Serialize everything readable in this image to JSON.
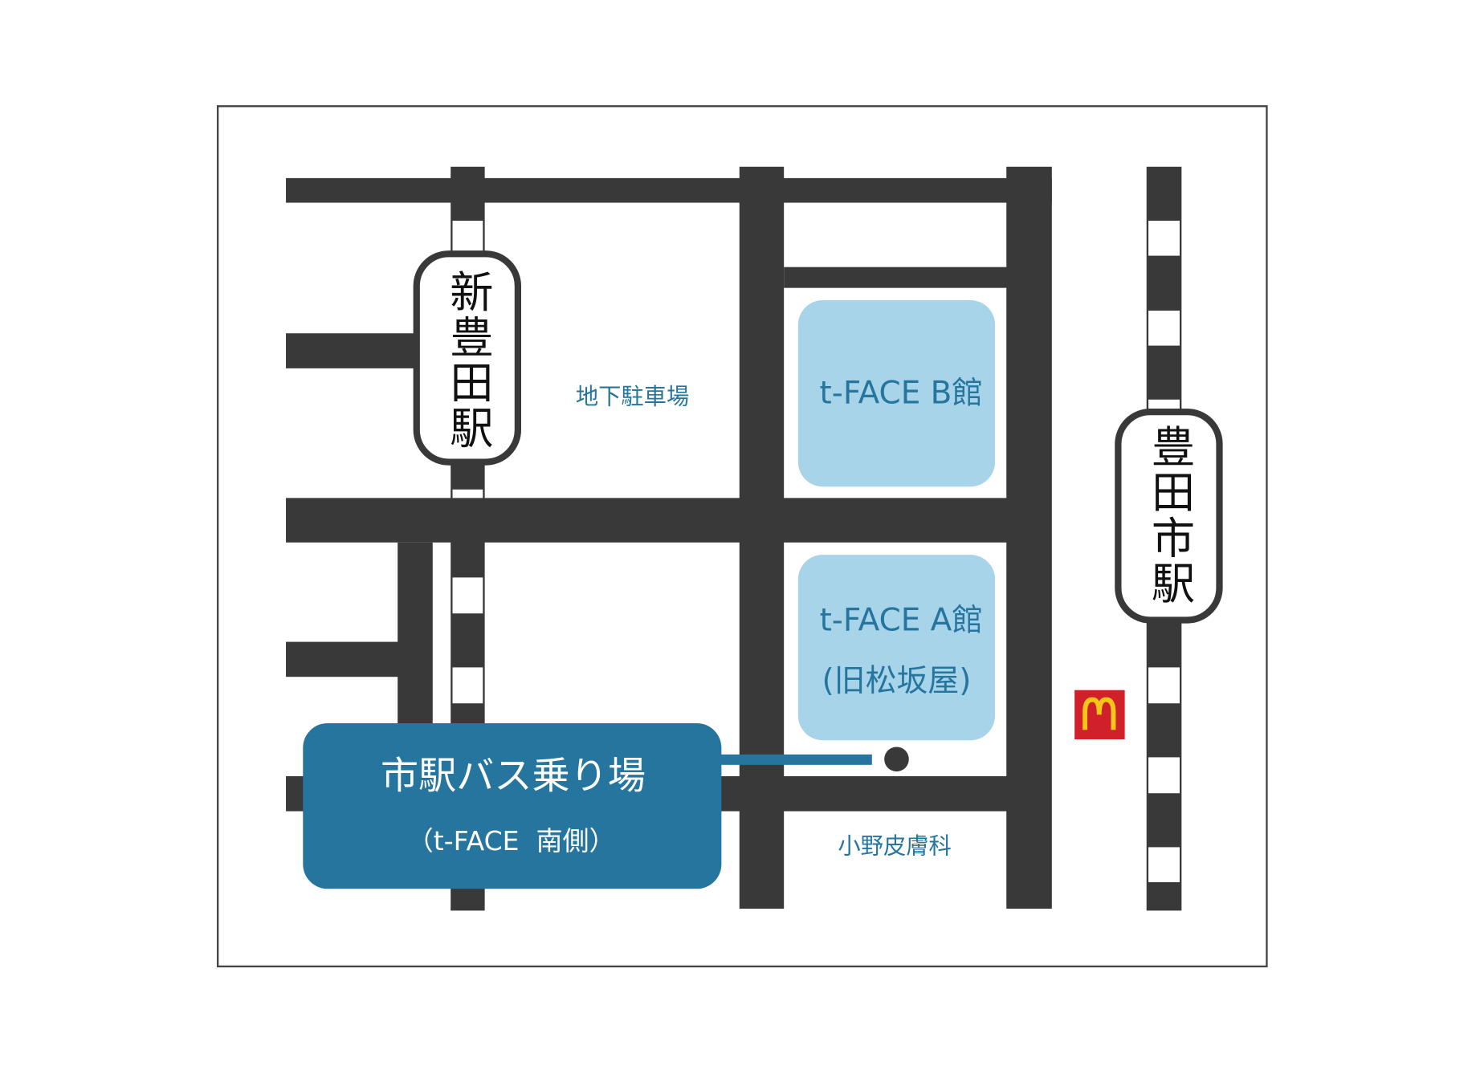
{
  "stations": {
    "shin_toyota": "新豊田駅",
    "toyotashi": "豊田市駅"
  },
  "landmarks": {
    "parking": "地下駐車場",
    "tface_b": "t-FACE B館",
    "tface_a": "t-FACE A館",
    "tface_a_note": "(旧松坂屋)",
    "clinic": "小野皮膚科",
    "mcdonalds_logo": "M"
  },
  "bus_stop": {
    "title": "市駅バス乗り場",
    "subtitle": "（t-FACE  南側）"
  },
  "colors": {
    "road": "#383938",
    "building": "#A8D4EA",
    "bus_box": "#26759E",
    "label_text": "#26759E",
    "mcd_red": "#D0202A",
    "mcd_yellow": "#F5C518"
  }
}
